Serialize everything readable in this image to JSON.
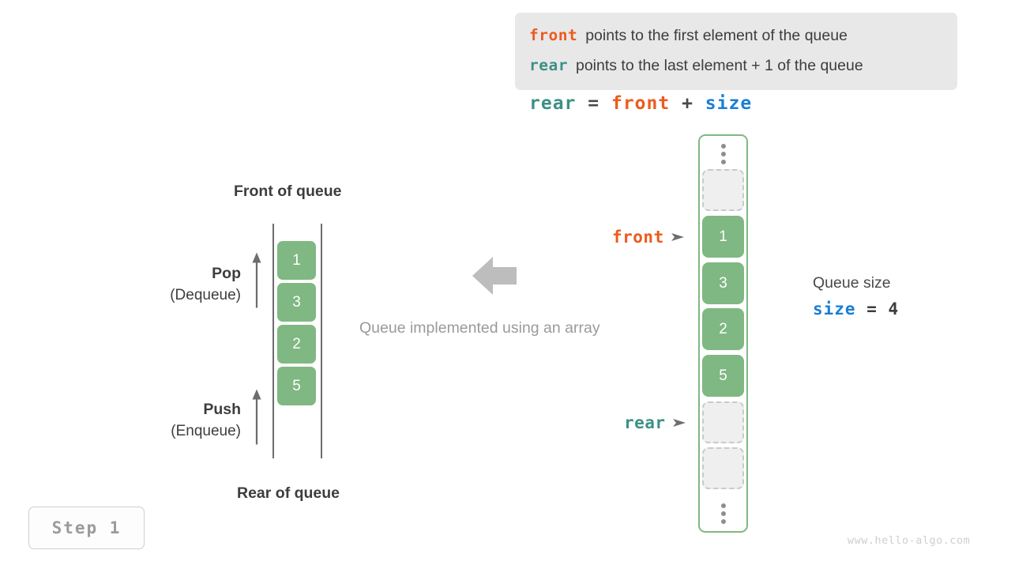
{
  "explanation": {
    "line1": {
      "keyword": "front",
      "text": "points to the first element of the queue"
    },
    "line2": {
      "keyword": "rear",
      "text": "points to the last element + 1 of the queue"
    },
    "formula": {
      "lhs": "rear",
      "eq": "=",
      "mid": "front",
      "plus": "+",
      "rhs": "size"
    }
  },
  "left_diagram": {
    "top_label": "Front of queue",
    "bottom_label": "Rear of queue",
    "pop": {
      "title": "Pop",
      "subtitle": "(Dequeue)"
    },
    "push": {
      "title": "Push",
      "subtitle": "(Enqueue)"
    },
    "values": [
      "1",
      "3",
      "2",
      "5"
    ]
  },
  "center": {
    "caption": "Queue implemented using an array",
    "arrow_icon": "arrow-left-icon"
  },
  "array_view": {
    "slots": [
      {
        "type": "dots"
      },
      {
        "type": "empty",
        "value": ""
      },
      {
        "type": "filled",
        "value": "1"
      },
      {
        "type": "filled",
        "value": "3"
      },
      {
        "type": "filled",
        "value": "2"
      },
      {
        "type": "filled",
        "value": "5"
      },
      {
        "type": "empty",
        "value": ""
      },
      {
        "type": "empty",
        "value": ""
      },
      {
        "type": "dots"
      }
    ],
    "pointers": {
      "front": {
        "label": "front",
        "arrow": "➤"
      },
      "rear": {
        "label": "rear",
        "arrow": "➤"
      }
    }
  },
  "size_info": {
    "title": "Queue size",
    "name": "size",
    "eq": "=",
    "value": "4"
  },
  "step_badge": "Step  1",
  "watermark": "www.hello-algo.com",
  "colors": {
    "front": "#ec5b1d",
    "rear": "#3c9086",
    "size": "#1a7fd4",
    "element": "#7fb882",
    "empty": "#efefef"
  }
}
